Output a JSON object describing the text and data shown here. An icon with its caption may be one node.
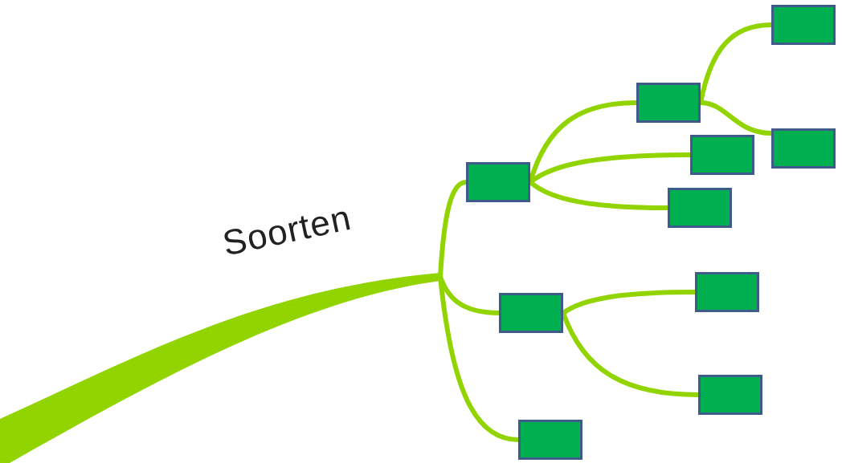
{
  "diagram": {
    "nodes": [
      {
        "text": [],
        "shape": "box"
      },
      {
        "text": [],
        "shape": "box"
      },
      {
        "text": [],
        "shape": "box"
      },
      {
        "text": [],
        "shape": "box"
      },
      {
        "text": [],
        "shape": "box"
      },
      {
        "text": [],
        "shape": "box"
      },
      {
        "text": [],
        "shape": "box"
      },
      {
        "text": [],
        "shape": "box"
      },
      {
        "text": [],
        "shape": "box"
      },
      {
        "text": [],
        "shape": "box"
      }
    ],
    "edges": [
      {
        "from": null,
        "to": 4,
        "arrow": "none"
      },
      {
        "from": null,
        "to": 7,
        "arrow": "none"
      },
      {
        "from": null,
        "to": 9,
        "arrow": "none"
      },
      {
        "from": 4,
        "to": 1,
        "arrow": "none"
      },
      {
        "from": 4,
        "to": 3,
        "arrow": "none"
      },
      {
        "from": 4,
        "to": 5,
        "arrow": "none"
      },
      {
        "from": 1,
        "to": 0,
        "arrow": "none"
      },
      {
        "from": 1,
        "to": 2,
        "arrow": "none"
      },
      {
        "from": 7,
        "to": 6,
        "arrow": "none"
      },
      {
        "from": 7,
        "to": 8,
        "arrow": "none"
      }
    ],
    "labels": [
      "Soorten"
    ]
  }
}
